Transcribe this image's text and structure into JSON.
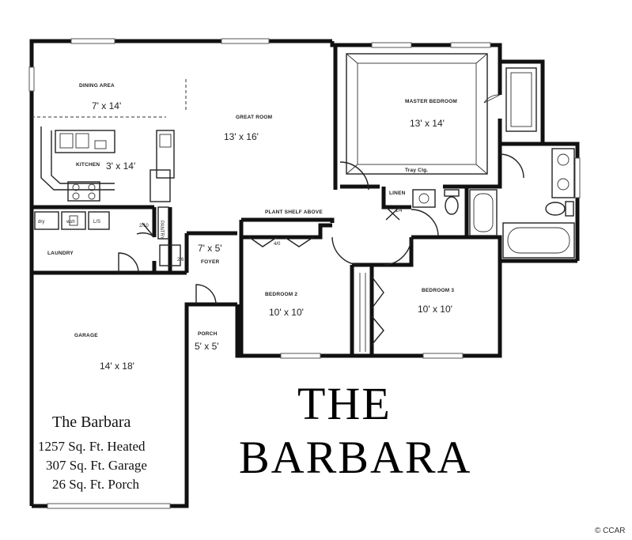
{
  "rooms": {
    "dining": {
      "label": "DINING AREA",
      "dims": "7' x 14'"
    },
    "great": {
      "label": "GREAT ROOM",
      "dims": "13' x 16'"
    },
    "master": {
      "label": "MASTER BEDROOM",
      "dims": "13' x 14'"
    },
    "kitchen": {
      "label": "KITCHEN",
      "dims": "3' x 14'"
    },
    "laundry": {
      "label": "LAUNDRY"
    },
    "garage": {
      "label": "GARAGE",
      "dims": "14' x 18'"
    },
    "foyer": {
      "label": "FOYER",
      "dims": "7' x 5'"
    },
    "porch": {
      "label": "PORCH",
      "dims": "5' x 5'"
    },
    "bedroom2": {
      "label": "BEDROOM 2",
      "dims": "10' x 10'"
    },
    "bedroom3": {
      "label": "BEDROOM 3",
      "dims": "10' x 10'"
    }
  },
  "fixtures": {
    "plant_shelf": "PLANT SHELF ABOVE",
    "linen": "LINEN",
    "pantry": "PANTRY",
    "closet_2x10": "2/10",
    "closet_26": "2/6",
    "closet_40": "4/0",
    "closet_14": "1/4",
    "tray_ceiling": "Tray Clg.",
    "dryer": "dry",
    "washer": "wsh",
    "laundry_sink": "L/S"
  },
  "title": {
    "line1": "THE",
    "line2": "BARBARA"
  },
  "info": {
    "name": "The Barbara",
    "heated": "1257 Sq. Ft. Heated",
    "garage": "307 Sq. Ft. Garage",
    "porch": "26 Sq. Ft. Porch"
  },
  "copyright": "© CCAR"
}
